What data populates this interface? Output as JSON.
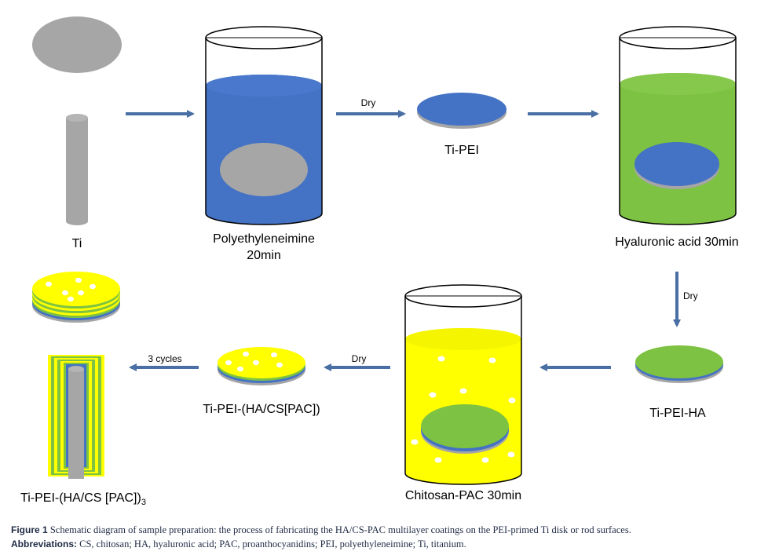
{
  "labels": {
    "ti": "Ti",
    "pei_line1": "Polyethyleneimine",
    "pei_line2": "20min",
    "ti_pei": "Ti-PEI",
    "ha": "Hyaluronic acid 30min",
    "ti_pei_ha": "Ti-PEI-HA",
    "chitosan": "Chitosan-PAC 30min",
    "ti_pei_hacs": "Ti-PEI-(HA/CS[PAC])",
    "final_main": "Ti-PEI-(HA/CS [PAC])",
    "final_sub": "3"
  },
  "arrows": {
    "dry_1": "Dry",
    "dry_2": "Dry",
    "dry_3": "Dry",
    "cycles": "3 cycles"
  },
  "caption": {
    "figure_label": "Figure 1",
    "figure_text": " Schematic diagram of sample preparation: the process of fabricating the HA/CS-PAC multilayer coatings on the PEI-primed Ti disk or rod surfaces.",
    "abbrev_label": "Abbreviations:",
    "abbrev_text": " CS, chitosan; HA, hyaluronic acid; PAC, proanthocyanidins; PEI, polyethyleneimine; Ti, titanium."
  },
  "colors": {
    "ti_gray": "#a6a6a6",
    "pei_blue": "#4472c4",
    "ha_green": "#7dc242",
    "cs_yellow": "#ffff00",
    "arrow_blue": "#4a6fa5"
  }
}
